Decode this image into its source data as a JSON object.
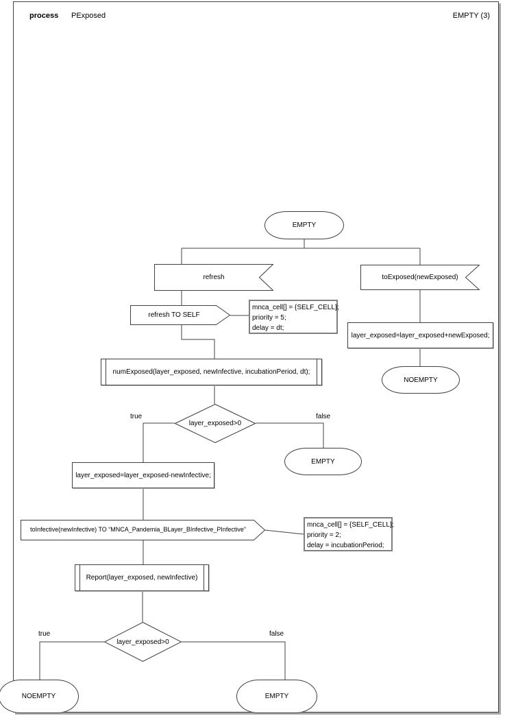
{
  "header": {
    "kind_label": "process",
    "name": "PExposed",
    "status": "EMPTY (3)"
  },
  "colors": {
    "shape_border": "#3f3f3f",
    "connector": "#404040",
    "note_border": "#7f7f7f",
    "page_shadow": "#a8a8a8",
    "background": "#ffffff"
  },
  "nodes": {
    "start_state": "EMPTY",
    "receive_refresh": "refresh",
    "receive_to_exposed": "toExposed(newExposed)",
    "send_refresh_self": "refresh TO SELF",
    "note_refresh": {
      "line1": "mnca_cell[] = {SELF_CELL};",
      "line2": "priority = 5;",
      "line3": "delay = dt;"
    },
    "assign_add": "layer_exposed=layer_exposed+newExposed;",
    "state_noempty_right": "NOEMPTY",
    "subproc_num_exposed": "numExposed(layer_exposed, newInfective, incubationPeriod, dt);",
    "decision1": "layer_exposed>0",
    "decision1_true": "true",
    "decision1_false": "false",
    "state_empty_mid": "EMPTY",
    "assign_sub": "layer_exposed=layer_exposed-newInfective;",
    "send_to_infective": "toInfective(newInfective) TO “MNCA_Pandemia_BLayer_BInfective_PInfective”",
    "note_infective": {
      "line1": "mnca_cell[] = {SELF_CELL};",
      "line2": "priority = 2;",
      "line3": "delay = incubationPeriod;"
    },
    "subproc_report": "Report(layer_exposed, newInfective)",
    "decision2": "layer_exposed>0",
    "decision2_true": "true",
    "decision2_false": "false",
    "state_noempty_bottom": "NOEMPTY",
    "state_empty_bottom": "EMPTY"
  }
}
